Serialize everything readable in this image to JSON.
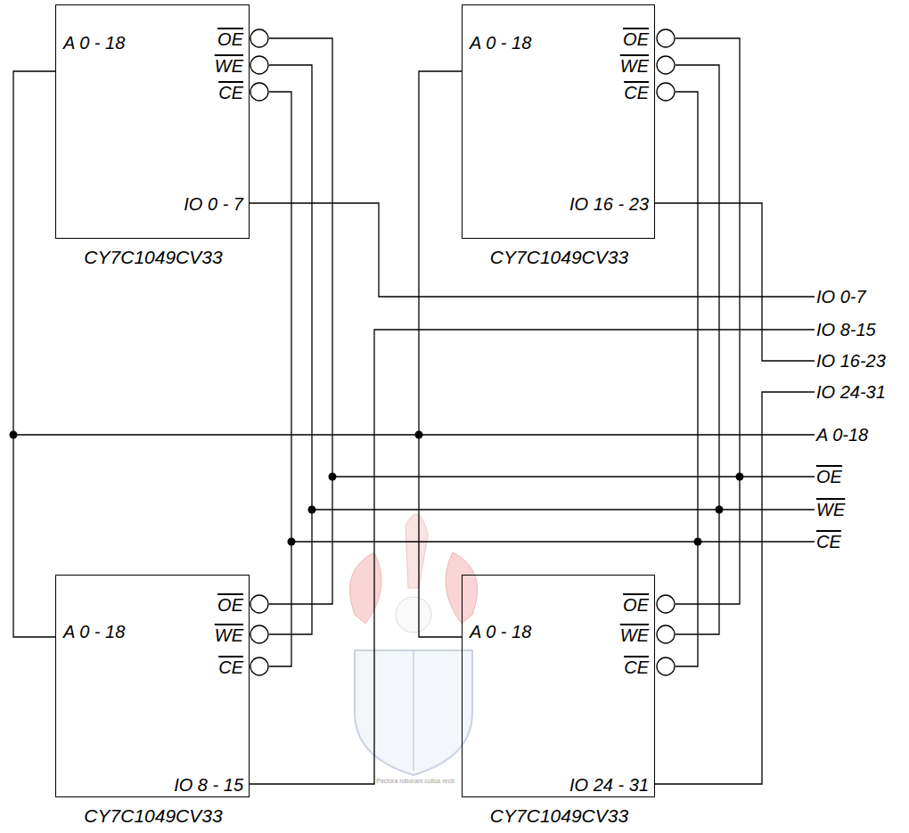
{
  "diagram": {
    "nodes": [
      {
        "text": [
          "A 0 - 18",
          "OE",
          "WE",
          "CE",
          "IO 0 - 7",
          "CY7C1049CV33"
        ]
      },
      {
        "text": [
          "A 0 - 18",
          "OE",
          "WE",
          "CE",
          "IO 16 - 23",
          "CY7C1049CV33"
        ]
      },
      {
        "text": [
          "A 0 - 18",
          "OE",
          "WE",
          "CE",
          "IO 8 - 15",
          "CY7C1049CV33"
        ]
      },
      {
        "text": [
          "A 0 - 18",
          "OE",
          "WE",
          "CE",
          "IO 24 - 31",
          "CY7C1049CV33"
        ]
      }
    ],
    "labels": [
      "IO 0-7",
      "IO 8-15",
      "IO 16-23",
      "IO 24-31",
      "A 0-18",
      "OE",
      "WE",
      "CE",
      "Pectora roborant cultus recti"
    ]
  }
}
